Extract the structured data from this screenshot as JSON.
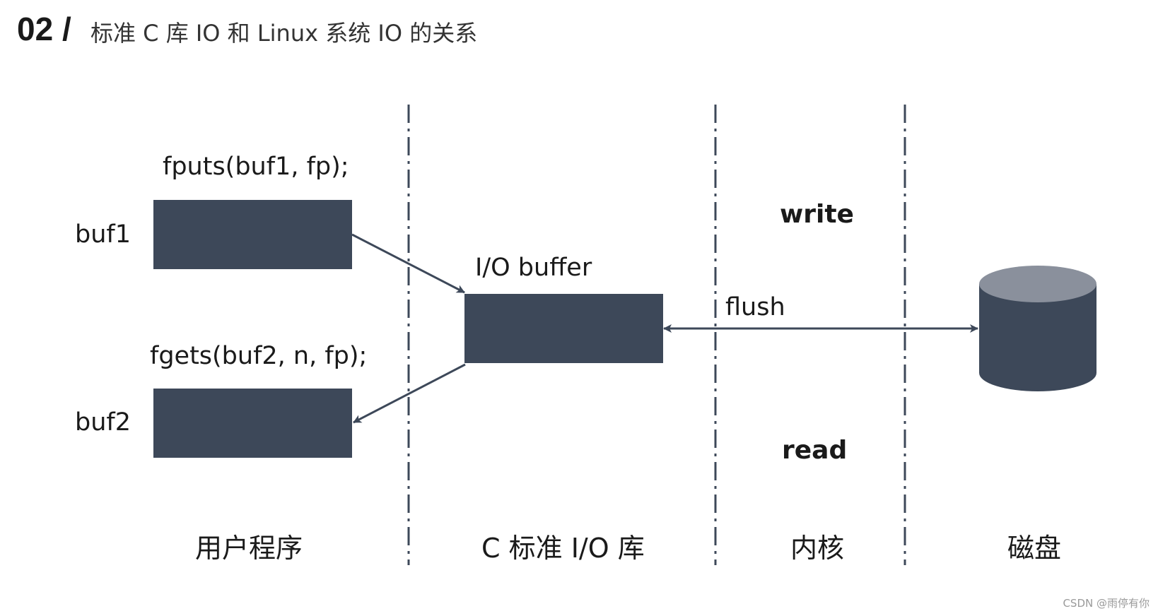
{
  "heading": {
    "number": "02 /",
    "title": "标准 C 库 IO 和 Linux 系统 IO 的关系"
  },
  "user_program": {
    "fputs_call": "fputs(buf1, fp);",
    "fgets_call": "fgets(buf2, n, fp);",
    "buf1_label": "buf1",
    "buf2_label": "buf2"
  },
  "clib": {
    "io_buffer_label": "I/O buffer"
  },
  "kernel": {
    "write_label": "write",
    "read_label": "read",
    "flush_label": "flush"
  },
  "columns": {
    "user_program": "用户程序",
    "c_library": "C 标准 I/O 库",
    "kernel": "内核",
    "disk": "磁盘"
  },
  "colors": {
    "block": "#3d4859",
    "disk_top": "#8a909c",
    "divider": "#3d4859"
  },
  "watermark": "CSDN @雨停有你"
}
